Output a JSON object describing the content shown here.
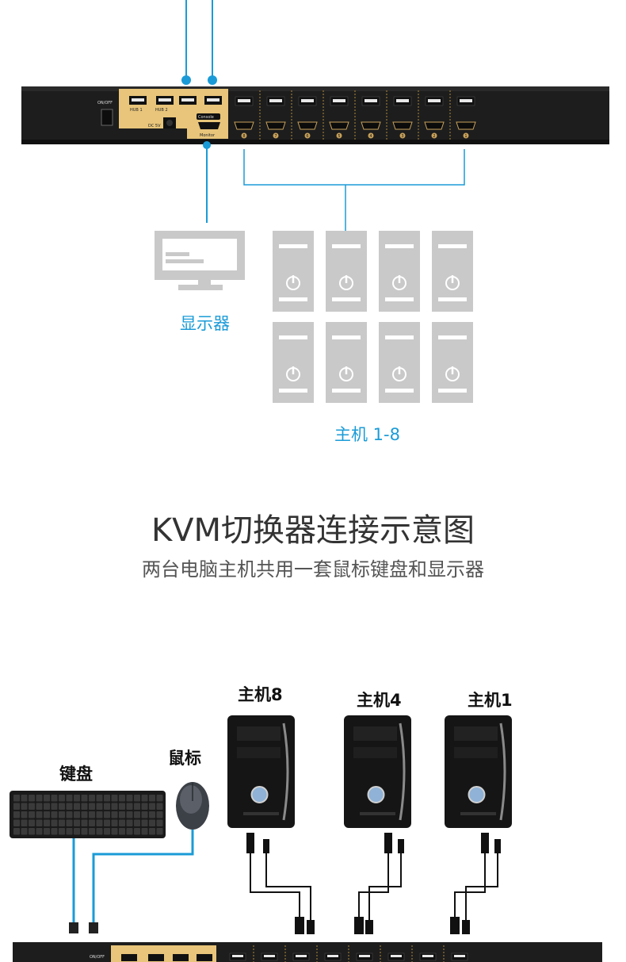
{
  "top_diagram": {
    "device_labels": {
      "power_switch": "ON/OFF",
      "hub1": "HUB 1",
      "hub2": "HUB 2",
      "console": "Console",
      "monitor": "Monitor",
      "power_in": "DC 5V"
    },
    "port_numbers": [
      "8",
      "7",
      "6",
      "5",
      "4",
      "3",
      "2",
      "1"
    ],
    "monitor_label": "显示器",
    "hosts_label": "主机 1-8",
    "host_count": 8
  },
  "headline": {
    "title": "KVM切换器连接示意图",
    "subtitle": "两台电脑主机共用一套鼠标键盘和显示器"
  },
  "bottom_diagram": {
    "keyboard_label": "键盘",
    "mouse_label": "鼠标",
    "host_labels": [
      "主机8",
      "主机4",
      "主机1"
    ],
    "device_power_label": "ON/OFF"
  },
  "colors": {
    "accent_blue": "#1a9bd7",
    "device_body": "#1e1e1e",
    "panel_gold": "#e8c57a",
    "host_gray": "#c9c9c9"
  }
}
